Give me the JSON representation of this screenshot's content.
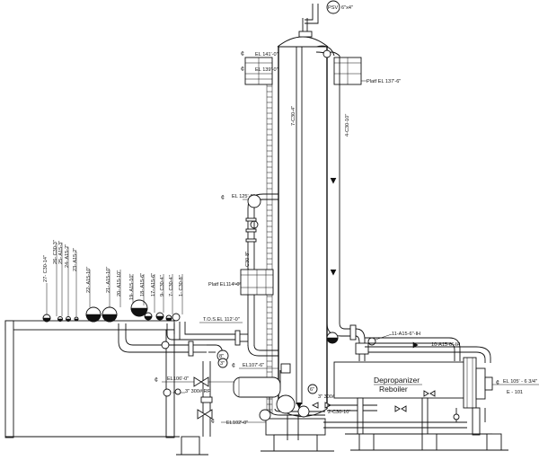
{
  "title": "Depropanizer column piping elevation",
  "labels": {
    "psv": "PSV",
    "psv_size": "6\"x4\"",
    "el_141": "EL 141'-0\"",
    "el_139": "EL 139'-0\"",
    "platf_137": "Platf EL 137'-6\"",
    "line_7c30": "7-C30-4\"",
    "line_4c30": "4-C30-10\"",
    "el_125": "EL 125'-0\"",
    "line_1c30_8": "1-C30-8\"",
    "platf_114": "Platf EL114'-0\"",
    "tos_el": "T.O.S.EL 112'-0\"",
    "line_11a15": "11-A15-6\"-IH",
    "line_10a15": "10-A15-6\"-IH",
    "el_107": "EL107'-6\"",
    "el_106": "EL106'-0\"",
    "rf_3": "3\" 300# RF",
    "rf_3b": "3\" 300# RF",
    "reboiler_1": "Depropanizer",
    "reboiler_2": "Reboiler",
    "el_105": "EL 105' - 6 3/4\"",
    "e101": "E - 101",
    "line_2c30": "2-C30-10\"",
    "el_102": "EL102'-0\"",
    "tag_8": "8\"",
    "tag_3": "3\"",
    "tag_6": "6\"",
    "rack_lines": [
      "27- C30-14\"",
      "26- C30-3\"",
      "25- A15-3\"",
      "24- A15-2\"",
      "23- A15-2\"",
      "22- A15-10\"",
      "21- A15-10\"",
      "20- A15-10\"",
      "19- A15-10\"",
      "18- A15-6\"",
      "17- A15-6\"",
      "9- C30-4\"",
      "7- C30-4\"",
      "1- C30-8\""
    ]
  }
}
